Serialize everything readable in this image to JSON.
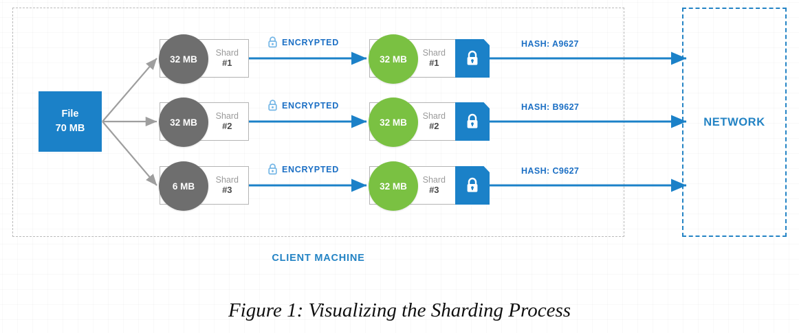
{
  "figure": {
    "caption": "Figure 1:  Visualizing the Sharding Process"
  },
  "colors": {
    "file_blue": "#1b81c8",
    "shard_gray": "#6e6e6e",
    "shard_green": "#7ac142",
    "accent_blue": "#2383c4",
    "label_blue": "#1b6fc4",
    "client_border": "#b9b9b9",
    "card_border": "#b4b4b4"
  },
  "client_machine": {
    "label": "CLIENT MACHINE",
    "border_style": "dashed-gray"
  },
  "network": {
    "label": "NETWORK",
    "border_style": "dashed-blue"
  },
  "source_file": {
    "name": "File",
    "size": "70 MB"
  },
  "icons": {
    "encrypted_lock": "lock-outline-icon",
    "sealed_lock": "lock-filled-icon"
  },
  "rows": [
    {
      "plain": {
        "size": "32 MB",
        "top_label": "Shard",
        "bottom_label": "#1"
      },
      "encrypted_tag": "ENCRYPTED",
      "encrypted": {
        "size": "32 MB",
        "top_label": "Shard",
        "bottom_label": "#1"
      },
      "hash": "HASH: A9627"
    },
    {
      "plain": {
        "size": "32 MB",
        "top_label": "Shard",
        "bottom_label": "#2"
      },
      "encrypted_tag": "ENCRYPTED",
      "encrypted": {
        "size": "32 MB",
        "top_label": "Shard",
        "bottom_label": "#2"
      },
      "hash": "HASH: B9627"
    },
    {
      "plain": {
        "size": "6 MB",
        "top_label": "Shard",
        "bottom_label": "#3"
      },
      "encrypted_tag": "ENCRYPTED",
      "encrypted": {
        "size": "32 MB",
        "top_label": "Shard",
        "bottom_label": "#3"
      },
      "hash": "HASH: C9627"
    }
  ]
}
